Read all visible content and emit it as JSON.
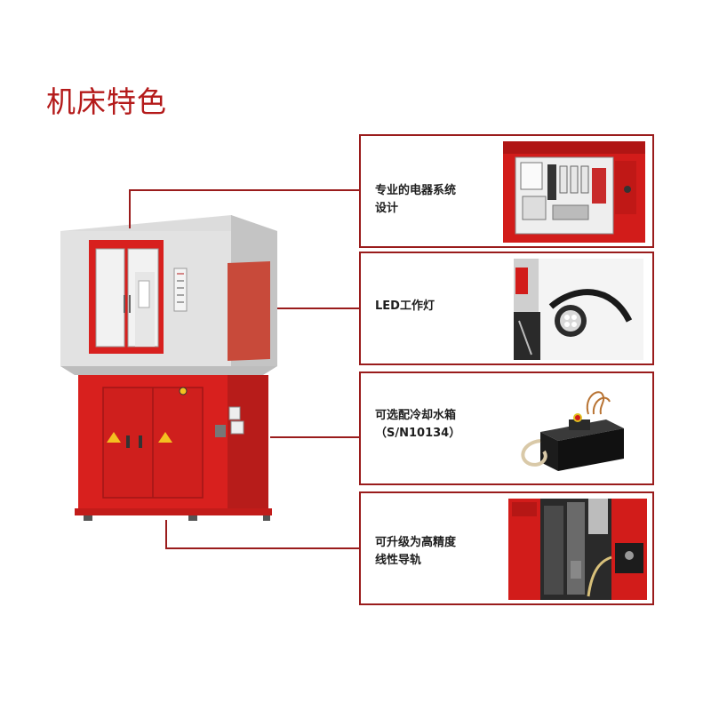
{
  "title": "机床特色",
  "features": [
    {
      "lines": [
        "专业的电器系统",
        "设计"
      ],
      "image": "electrical-cabinet-photo"
    },
    {
      "lines": [
        "LED工作灯"
      ],
      "image": "led-work-lamp-photo"
    },
    {
      "lines": [
        "可选配冷却水箱",
        "（S/N10134）"
      ],
      "image": "coolant-tank-photo"
    },
    {
      "lines": [
        "可升级为高精度",
        "线性导轨"
      ],
      "image": "linear-guide-photo"
    }
  ],
  "colors": {
    "accent": "#b41a1a",
    "border": "#9a1c1c",
    "machine_red": "#d8201e",
    "machine_gray": "#d9d9d9"
  }
}
